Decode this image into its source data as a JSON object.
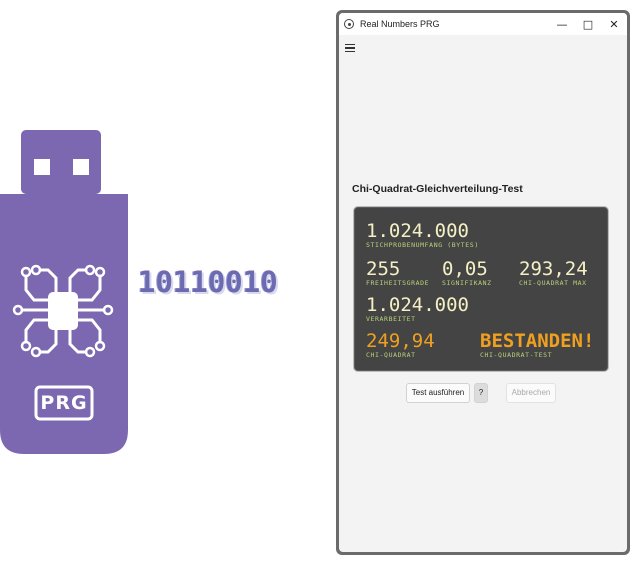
{
  "illustration": {
    "usb_label": "PRG",
    "binary_text": "10110010",
    "colors": {
      "usb": "#7b68b0",
      "binary": "#6c6ab0"
    }
  },
  "window": {
    "title": "Real Numbers PRG",
    "controls": {
      "minimize": "—",
      "maximize": "□",
      "close": "✕"
    }
  },
  "main": {
    "heading": "Chi-Quadrat-Gleichverteilung-Test",
    "panel": {
      "sample_size": {
        "value": "1.024.000",
        "label": "Stichprobenumfang (Bytes)"
      },
      "degrees_of_freedom": {
        "value": "255",
        "label": "Freiheitsgrade"
      },
      "significance": {
        "value": "0,05",
        "label": "Signifikanz"
      },
      "chi_square_max": {
        "value": "293,24",
        "label": "Chi-Quadrat max"
      },
      "processed": {
        "value": "1.024.000",
        "label": "Verarbeitet"
      },
      "chi_square": {
        "value": "249,94",
        "label": "Chi-Quadrat"
      },
      "result": {
        "value": "BESTANDEN!",
        "label": "Chi-Quadrat-Test"
      }
    },
    "buttons": {
      "run": "Test ausführen",
      "help": "?",
      "cancel": "Abbrechen"
    }
  },
  "colors": {
    "lcd_background": "#444444",
    "lcd_value": "#f4f0c4",
    "lcd_label": "#b9d27a",
    "highlight": "#f0a020"
  }
}
